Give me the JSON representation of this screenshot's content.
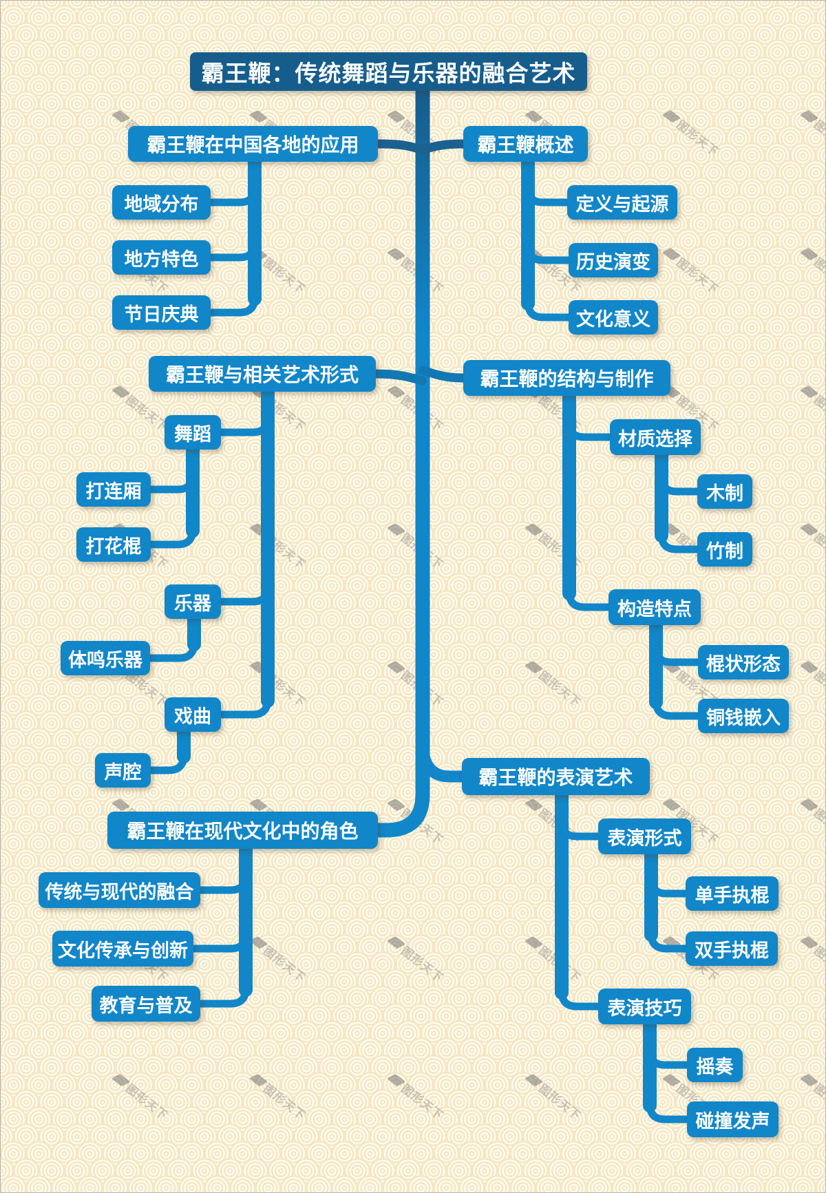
{
  "title": "霸王鞭：传统舞蹈与乐器的融合艺术",
  "watermark": {
    "label": "图形天下"
  },
  "colors": {
    "background": "#FCF7E8",
    "pattern_ring_tan": "#F5E6C3",
    "pattern_ring_light": "#FFFCF0",
    "node_blue": "#1186C8",
    "root_dark_blue": "#175D8C",
    "stub_dark": "#1B618F",
    "stub_mid": "#1278B2",
    "text": "#FFFFFF"
  },
  "nodes": [
    {
      "id": "root",
      "label": "霸王鞭：传统舞蹈与乐器的融合艺术",
      "kind": "root",
      "side": "center",
      "parent": null
    },
    {
      "id": "yingyong",
      "label": "霸王鞭在中国各地的应用",
      "kind": "branch",
      "side": "left",
      "parent": "root"
    },
    {
      "id": "diyu",
      "label": "地域分布",
      "kind": "child",
      "side": "left",
      "parent": "yingyong"
    },
    {
      "id": "difang",
      "label": "地方特色",
      "kind": "child",
      "side": "left",
      "parent": "yingyong"
    },
    {
      "id": "jieri",
      "label": "节日庆典",
      "kind": "child",
      "side": "left",
      "parent": "yingyong"
    },
    {
      "id": "gaishu",
      "label": "霸王鞭概述",
      "kind": "branch",
      "side": "right",
      "parent": "root"
    },
    {
      "id": "dingyi",
      "label": "定义与起源",
      "kind": "child",
      "side": "right",
      "parent": "gaishu"
    },
    {
      "id": "lishi",
      "label": "历史演变",
      "kind": "child",
      "side": "right",
      "parent": "gaishu"
    },
    {
      "id": "wenhuayy",
      "label": "文化意义",
      "kind": "child",
      "side": "right",
      "parent": "gaishu"
    },
    {
      "id": "xiangguan",
      "label": "霸王鞭与相关艺术形式",
      "kind": "branch",
      "side": "left",
      "parent": "root"
    },
    {
      "id": "wudao",
      "label": "舞蹈",
      "kind": "child",
      "side": "left",
      "parent": "xiangguan"
    },
    {
      "id": "dalianxiang",
      "label": "打连厢",
      "kind": "child",
      "side": "left",
      "parent": "wudao"
    },
    {
      "id": "dahuagun",
      "label": "打花棍",
      "kind": "child",
      "side": "left",
      "parent": "wudao"
    },
    {
      "id": "yueqi",
      "label": "乐器",
      "kind": "child",
      "side": "left",
      "parent": "xiangguan"
    },
    {
      "id": "timing",
      "label": "体鸣乐器",
      "kind": "child",
      "side": "left",
      "parent": "yueqi"
    },
    {
      "id": "xiqu",
      "label": "戏曲",
      "kind": "child",
      "side": "left",
      "parent": "xiangguan"
    },
    {
      "id": "shengqiang",
      "label": "声腔",
      "kind": "child",
      "side": "left",
      "parent": "xiqu"
    },
    {
      "id": "jiegou",
      "label": "霸王鞭的结构与制作",
      "kind": "branch",
      "side": "right",
      "parent": "root"
    },
    {
      "id": "caizhi",
      "label": "材质选择",
      "kind": "child",
      "side": "right",
      "parent": "jiegou"
    },
    {
      "id": "muzhi",
      "label": "木制",
      "kind": "child",
      "side": "right",
      "parent": "caizhi"
    },
    {
      "id": "zhuzhi",
      "label": "竹制",
      "kind": "child",
      "side": "right",
      "parent": "caizhi"
    },
    {
      "id": "gouzao",
      "label": "构造特点",
      "kind": "child",
      "side": "right",
      "parent": "jiegou"
    },
    {
      "id": "gunzhuang",
      "label": "棍状形态",
      "kind": "child",
      "side": "right",
      "parent": "gouzao"
    },
    {
      "id": "tongqian",
      "label": "铜钱嵌入",
      "kind": "child",
      "side": "right",
      "parent": "gouzao"
    },
    {
      "id": "xiandai",
      "label": "霸王鞭在现代文化中的角色",
      "kind": "branch",
      "side": "left",
      "parent": "root"
    },
    {
      "id": "chuantong",
      "label": "传统与现代的融合",
      "kind": "child",
      "side": "left",
      "parent": "xiandai"
    },
    {
      "id": "wenhuacc",
      "label": "文化传承与创新",
      "kind": "child",
      "side": "left",
      "parent": "xiandai"
    },
    {
      "id": "jiaoyu",
      "label": "教育与普及",
      "kind": "child",
      "side": "left",
      "parent": "xiandai"
    },
    {
      "id": "biaoyan",
      "label": "霸王鞭的表演艺术",
      "kind": "branch",
      "side": "right",
      "parent": "root"
    },
    {
      "id": "bxingshi",
      "label": "表演形式",
      "kind": "child",
      "side": "right",
      "parent": "biaoyan"
    },
    {
      "id": "danshou",
      "label": "单手执棍",
      "kind": "child",
      "side": "right",
      "parent": "bxingshi"
    },
    {
      "id": "shuangshou",
      "label": "双手执棍",
      "kind": "child",
      "side": "right",
      "parent": "bxingshi"
    },
    {
      "id": "bjiqiao",
      "label": "表演技巧",
      "kind": "child",
      "side": "right",
      "parent": "biaoyan"
    },
    {
      "id": "yaozou",
      "label": "摇奏",
      "kind": "child",
      "side": "right",
      "parent": "bjiqiao"
    },
    {
      "id": "pengzhuang",
      "label": "碰撞发声",
      "kind": "child",
      "side": "right",
      "parent": "bjiqiao"
    }
  ]
}
